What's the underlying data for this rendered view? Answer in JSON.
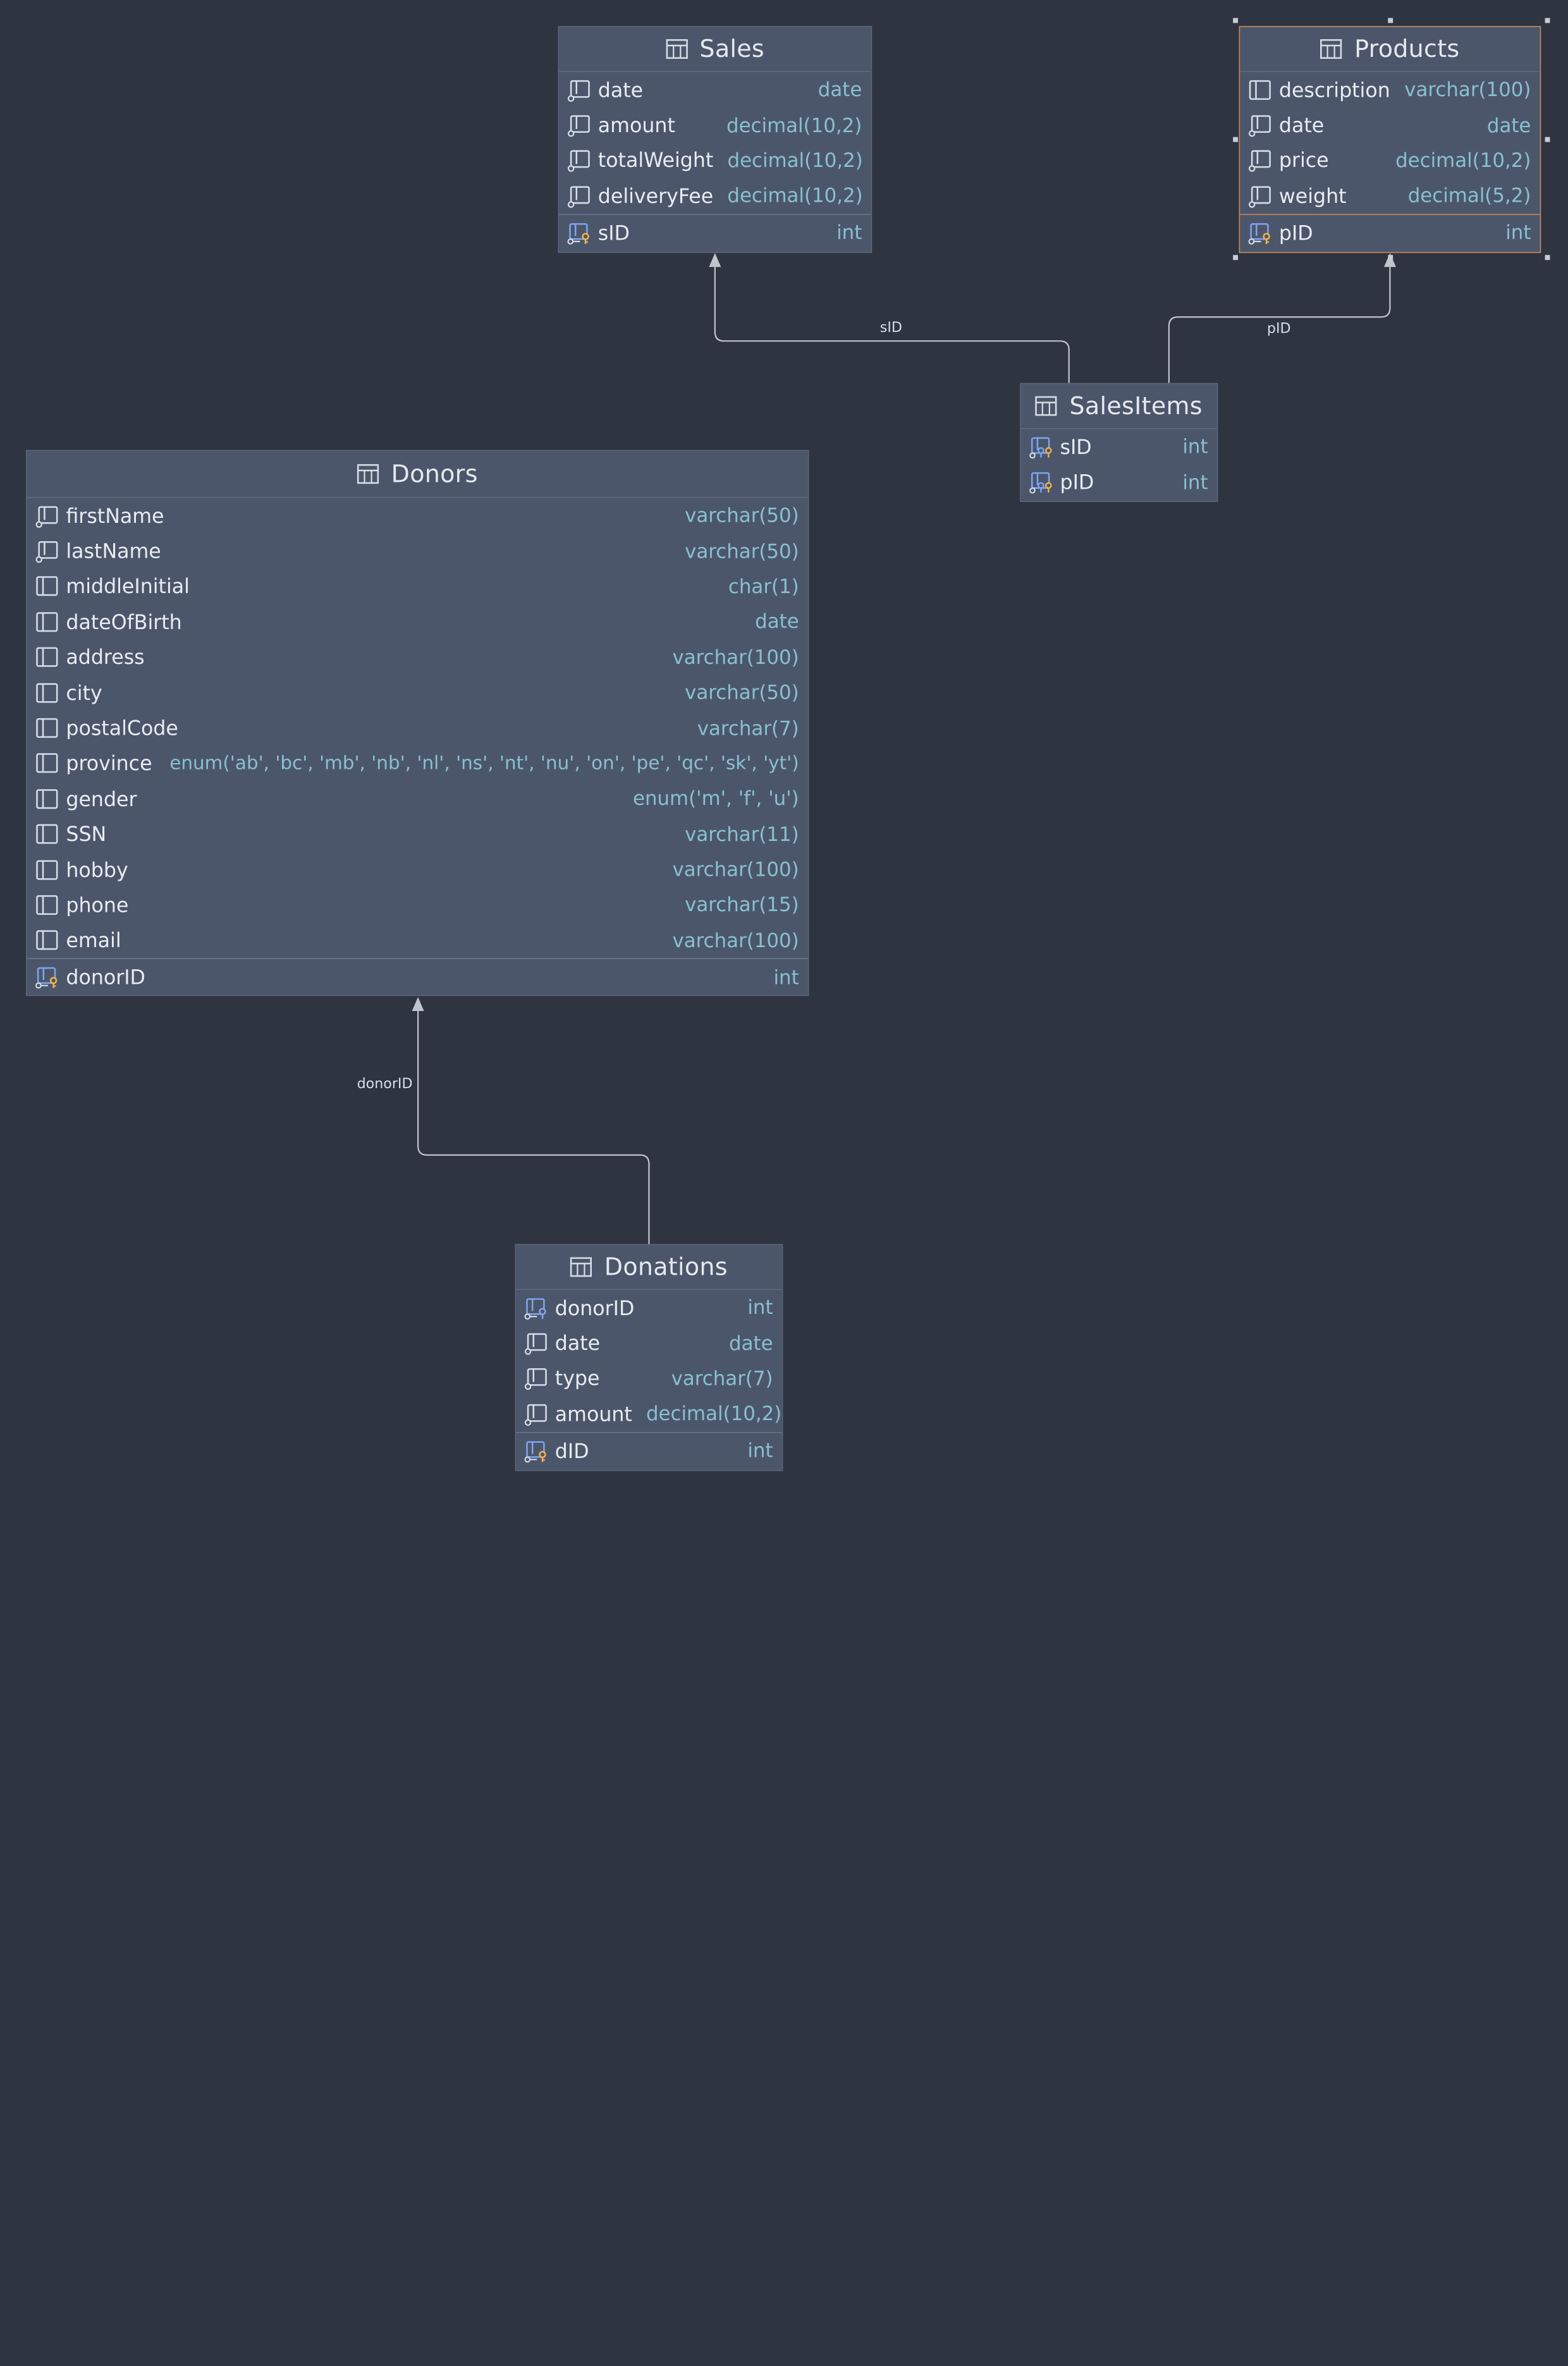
{
  "tables": {
    "sales": {
      "name": "Sales",
      "columns": [
        {
          "name": "date",
          "type": "date"
        },
        {
          "name": "amount",
          "type": "decimal(10,2)"
        },
        {
          "name": "totalWeight",
          "type": "decimal(10,2)"
        },
        {
          "name": "deliveryFee",
          "type": "decimal(10,2)"
        }
      ],
      "pk": {
        "name": "sID",
        "type": "int"
      }
    },
    "products": {
      "name": "Products",
      "columns": [
        {
          "name": "description",
          "type": "varchar(100)"
        },
        {
          "name": "date",
          "type": "date"
        },
        {
          "name": "price",
          "type": "decimal(10,2)"
        },
        {
          "name": "weight",
          "type": "decimal(5,2)"
        }
      ],
      "pk": {
        "name": "pID",
        "type": "int"
      }
    },
    "salesitems": {
      "name": "SalesItems",
      "columns": [
        {
          "name": "sID",
          "type": "int"
        },
        {
          "name": "pID",
          "type": "int"
        }
      ]
    },
    "donors": {
      "name": "Donors",
      "columns": [
        {
          "name": "firstName",
          "type": "varchar(50)"
        },
        {
          "name": "lastName",
          "type": "varchar(50)"
        },
        {
          "name": "middleInitial",
          "type": "char(1)"
        },
        {
          "name": "dateOfBirth",
          "type": "date"
        },
        {
          "name": "address",
          "type": "varchar(100)"
        },
        {
          "name": "city",
          "type": "varchar(50)"
        },
        {
          "name": "postalCode",
          "type": "varchar(7)"
        },
        {
          "name": "province",
          "type": "enum('ab', 'bc', 'mb', 'nb', 'nl', 'ns', 'nt', 'nu', 'on', 'pe', 'qc', 'sk', 'yt')"
        },
        {
          "name": "gender",
          "type": "enum('m', 'f', 'u')"
        },
        {
          "name": "SSN",
          "type": "varchar(11)"
        },
        {
          "name": "hobby",
          "type": "varchar(100)"
        },
        {
          "name": "phone",
          "type": "varchar(15)"
        },
        {
          "name": "email",
          "type": "varchar(100)"
        }
      ],
      "pk": {
        "name": "donorID",
        "type": "int"
      }
    },
    "donations": {
      "name": "Donations",
      "columns": [
        {
          "name": "donorID",
          "type": "int"
        },
        {
          "name": "date",
          "type": "date"
        },
        {
          "name": "type",
          "type": "varchar(7)"
        },
        {
          "name": "amount",
          "type": "decimal(10,2)"
        }
      ],
      "pk": {
        "name": "dID",
        "type": "int"
      }
    }
  },
  "relations": {
    "sales_sid": "sID",
    "products_pid": "pID",
    "donors_donorid": "donorID"
  },
  "colors": {
    "background": "#2e3440",
    "table_fill": "#4c566a",
    "type_text": "#88c0d0",
    "selected_border": "#c9865a",
    "line": "#c0c4cc"
  },
  "icons": {
    "table": "table-grid-icon",
    "column": "column-icon",
    "indexed_column": "indexed-column-icon",
    "primary_key": "primary-key-icon",
    "foreign_key": "foreign-key-icon"
  }
}
